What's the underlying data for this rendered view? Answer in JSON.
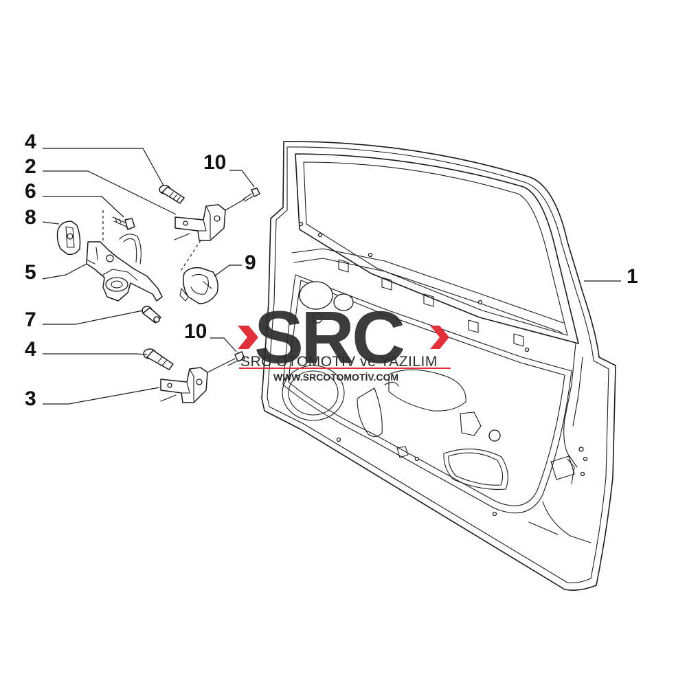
{
  "callouts": [
    {
      "num": "1",
      "part": "door-panel"
    },
    {
      "num": "2",
      "part": "upper-hinge"
    },
    {
      "num": "3",
      "part": "lower-hinge"
    },
    {
      "num": "4",
      "part": "hinge-bolt-upper"
    },
    {
      "num": "4",
      "part": "hinge-bolt-lower"
    },
    {
      "num": "5",
      "part": "door-check-strap"
    },
    {
      "num": "6",
      "part": "check-strap-screw"
    },
    {
      "num": "7",
      "part": "check-strap-bolt"
    },
    {
      "num": "8",
      "part": "check-strap-seal"
    },
    {
      "num": "9",
      "part": "grommet"
    },
    {
      "num": "10",
      "part": "door-screw-upper"
    },
    {
      "num": "10",
      "part": "door-screw-lower"
    }
  ],
  "watermark": {
    "logo_text": "SRC",
    "company": "SRC OTOMOTİV ve YAZILIM",
    "url": "WWW.SRCOTOMOTİV.COM",
    "colors": {
      "dark": "#2b2b2b",
      "accent": "#e0303a"
    }
  }
}
